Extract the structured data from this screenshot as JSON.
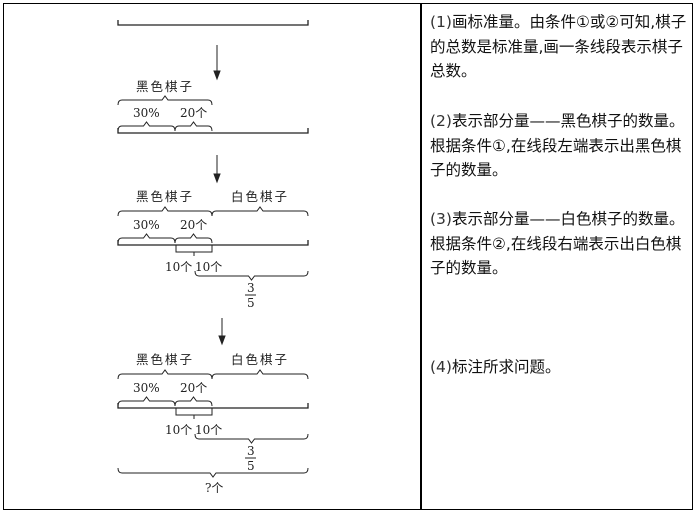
{
  "diagram": {
    "black_label": "黑色棋子",
    "white_label": "白色棋子",
    "percent": "30%",
    "twenty": "20个",
    "ten": "10个",
    "frac_num": "3",
    "frac_den": "5",
    "question": "?个"
  },
  "steps": [
    {
      "num": "(1)",
      "text": "画标准量。由条件①或②可知,棋子的总数是标准量,画一条线段表示棋子总数。"
    },
    {
      "num": "(2)",
      "text": "表示部分量——黑色棋子的数量。根据条件①,在线段左端表示出黑色棋子的数量。"
    },
    {
      "num": "(3)",
      "text": "表示部分量——白色棋子的数量。根据条件②,在线段右端表示出白色棋子的数量。"
    },
    {
      "num": "(4)",
      "text": "标注所求问题。"
    }
  ]
}
